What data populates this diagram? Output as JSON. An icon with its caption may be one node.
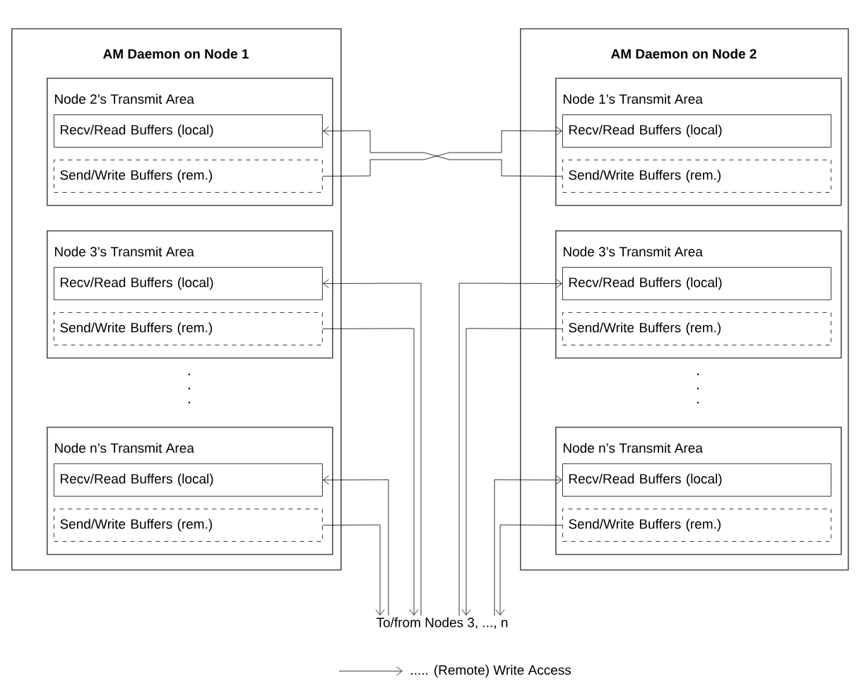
{
  "diagram": {
    "nodes": [
      {
        "text": [
          "AM Daemon on Node 1"
        ]
      },
      {
        "text": [
          "Node 2’s Transmit Area"
        ],
        "in": 0
      },
      {
        "text": [
          "Recv/Read Buffers (local)"
        ],
        "in": 1
      },
      {
        "text": [
          "Send/Write Buffers (rem.)"
        ],
        "in": 1
      },
      {
        "text": [
          "Node 3’s Transmit Area"
        ],
        "in": 0
      },
      {
        "text": [
          "Recv/Read Buffers (local)"
        ],
        "in": 4
      },
      {
        "text": [
          "Send/Write Buffers (rem.)"
        ],
        "in": 4
      },
      {
        "text": [
          "Node n’s Transmit Area"
        ],
        "in": 0
      },
      {
        "text": [
          "Recv/Read Buffers (local)"
        ],
        "in": 7
      },
      {
        "text": [
          "Send/Write Buffers (rem.)"
        ],
        "in": 7
      },
      {
        "text": [
          "AM Daemon on Node 2"
        ]
      },
      {
        "text": [
          "Node 1’s Transmit Area"
        ],
        "in": 10
      },
      {
        "text": [
          "Recv/Read Buffers (local)"
        ],
        "in": 11
      },
      {
        "text": [
          "Send/Write Buffers (rem.)"
        ],
        "in": 11
      },
      {
        "text": [
          "Node 3’s Transmit Area"
        ],
        "in": 10
      },
      {
        "text": [
          "Recv/Read Buffers (local)"
        ],
        "in": 14
      },
      {
        "text": [
          "Send/Write Buffers (rem.)"
        ],
        "in": 14
      },
      {
        "text": [
          "Node n’s Transmit Area"
        ],
        "in": 10
      },
      {
        "text": [
          "Recv/Read Buffers (local)"
        ],
        "in": 17
      },
      {
        "text": [
          "Send/Write Buffers (rem.)"
        ],
        "in": 17
      },
      {
        "text": [
          "To/from Nodes 3, ..., n"
        ]
      }
    ],
    "edges": [
      {
        "from": 3,
        "to": 12,
        "arrow": "to"
      },
      {
        "from": 13,
        "to": 2,
        "arrow": "to"
      },
      {
        "from": 6,
        "to": 20,
        "arrow": "to"
      },
      {
        "from": 20,
        "to": 5,
        "arrow": "to"
      },
      {
        "from": 9,
        "to": 20,
        "arrow": "to"
      },
      {
        "from": 20,
        "to": 8,
        "arrow": "to"
      },
      {
        "from": 16,
        "to": 20,
        "arrow": "to"
      },
      {
        "from": 20,
        "to": 15,
        "arrow": "to"
      },
      {
        "from": 19,
        "to": 20,
        "arrow": "to"
      },
      {
        "from": 20,
        "to": 18,
        "arrow": "to"
      }
    ],
    "legend": [
      {
        "text": "..... (Remote) Write Access"
      }
    ]
  }
}
